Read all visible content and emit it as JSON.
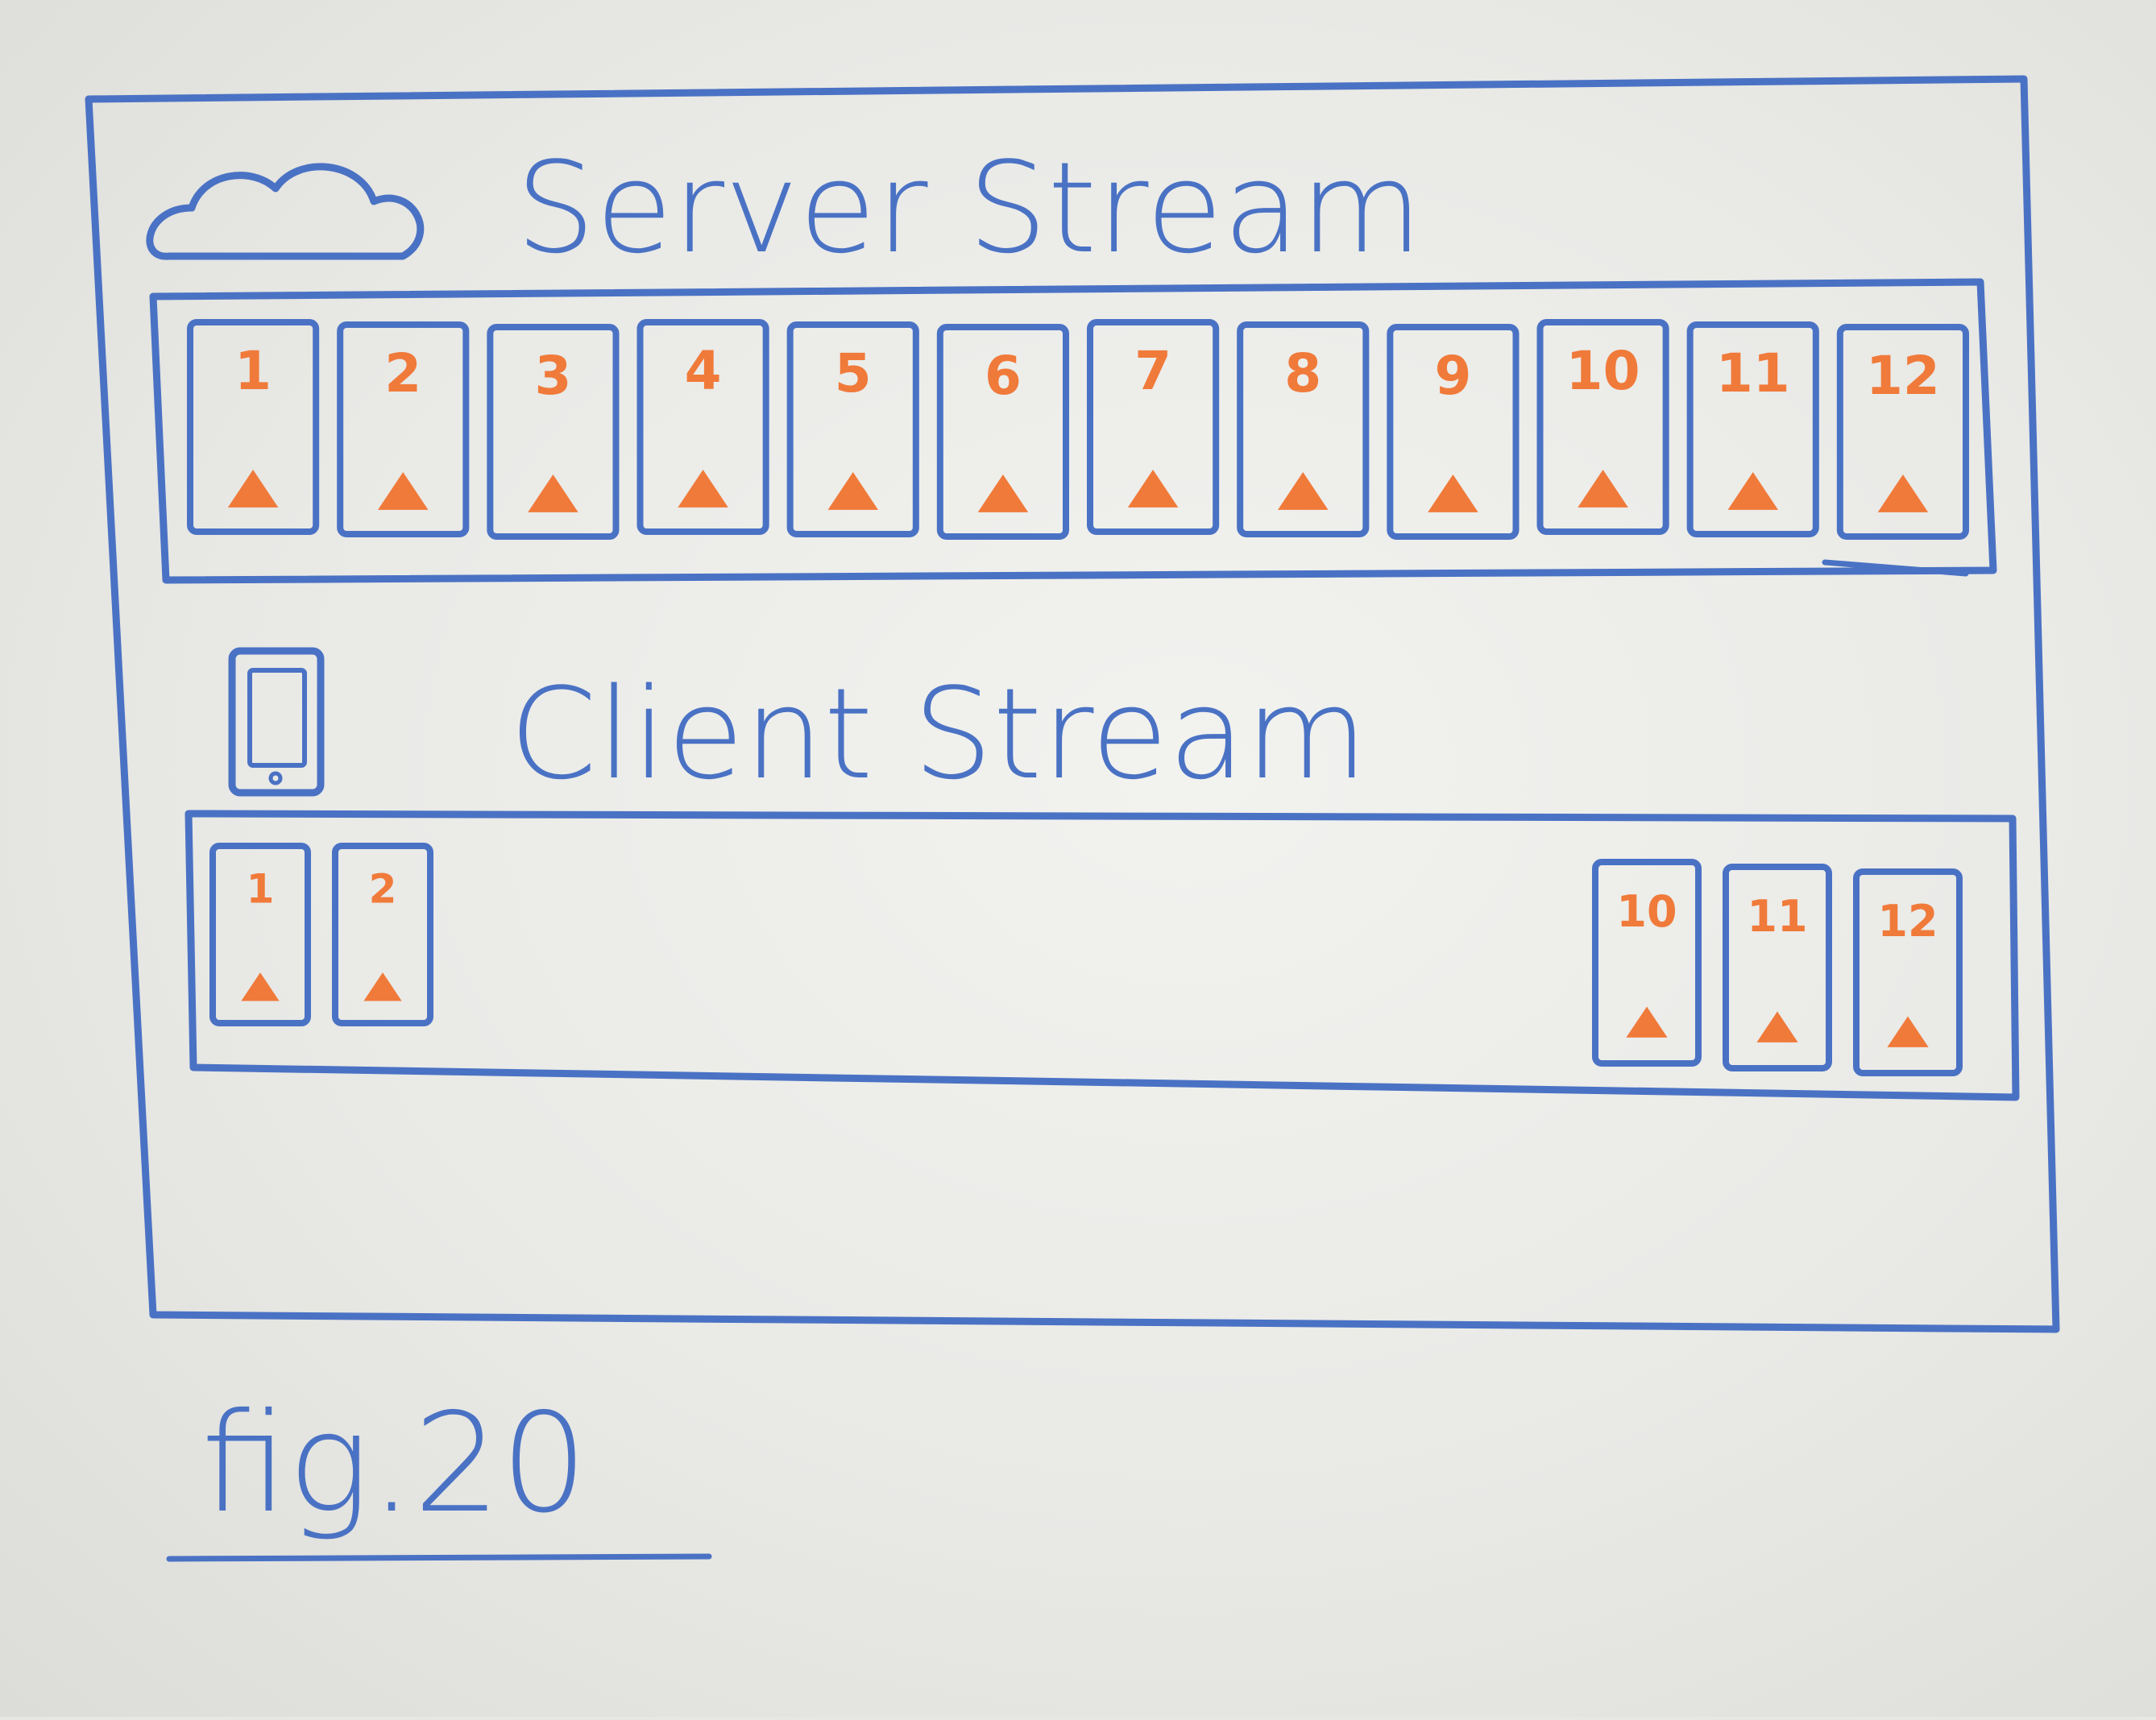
{
  "server": {
    "title": "Server Stream",
    "icon": "cloud-icon",
    "items": [
      "1",
      "2",
      "3",
      "4",
      "5",
      "6",
      "7",
      "8",
      "9",
      "10",
      "11",
      "12"
    ]
  },
  "client": {
    "title": "Client Stream",
    "icon": "phone-icon",
    "left_items": [
      "1",
      "2"
    ],
    "right_items": [
      "10",
      "11",
      "12"
    ]
  },
  "caption": "fig.20",
  "colors": {
    "marker_blue": "#4a72c4",
    "marker_orange": "#f07a3a",
    "board": "#ececea"
  }
}
